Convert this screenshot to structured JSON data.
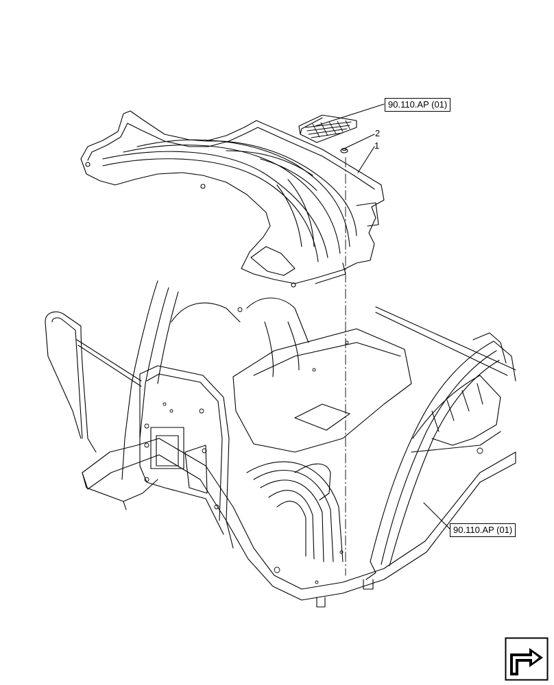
{
  "references": {
    "top": "90.110.AP (01)",
    "bottom": "90.110.AP (01)"
  },
  "callouts": {
    "item_2": "2",
    "item_1": "1"
  },
  "icons": {
    "navigation": "next-page-arrow-icon"
  },
  "colors": {
    "line": "#000000",
    "background": "#ffffff"
  }
}
